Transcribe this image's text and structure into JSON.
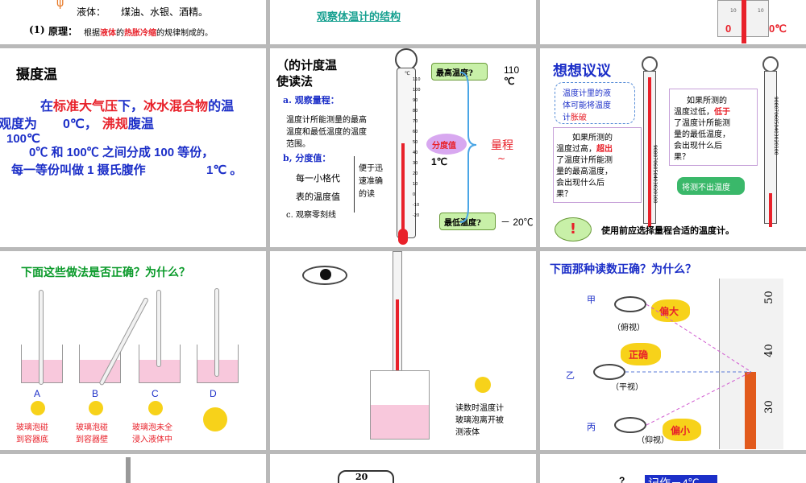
{
  "s1": {
    "liquid_label": "液体：",
    "liquid_list": "煤油、水银、酒精。",
    "principle_no": "(1)",
    "principle_label": "原理：",
    "principle_pre": "根据",
    "principle_red1": "液体",
    "principle_mid": "的",
    "principle_red2": "热胀冷缩",
    "principle_post": "的规律制成的。"
  },
  "s2": {
    "link": "观察体温计的结构"
  },
  "s3": {
    "tick_a": "10",
    "tick_b": "10",
    "zero_left": "0",
    "zero_right": "0℃"
  },
  "s4": {
    "title": "摄度温",
    "l1_pre": "在",
    "l1_red": "标准大气压",
    "l1_a": "下，",
    "l1_red2": "冰水混合物",
    "l1_b": "的温",
    "l2_a": "观度为",
    "l2_b": "0℃，",
    "l2_red": "沸规",
    "l2_c": "腹温",
    "l3": "100℃",
    "l4": "0℃ 和 100℃ 之间分成 100 等份，",
    "l5": "每一等份叫做 1 摄氏腹作",
    "l5b": "1℃ 。"
  },
  "s5": {
    "title1": "（的计度温",
    "title2": "使读法",
    "a": "a. 观察量程：",
    "a_desc": [
      "温度计所能测量的最高",
      "温度和最低温度的温度",
      "范围。"
    ],
    "b": "b, 分度值：",
    "b_l1": "每一小格代",
    "b_l2": "表的温度值",
    "b_side": [
      "便于迅",
      "速准确",
      "的读"
    ],
    "c": "c. 观察零刻线",
    "unit": "℃",
    "ticks": [
      "110",
      "100",
      "90",
      "80",
      "70",
      "60",
      "50",
      "40",
      "30",
      "20",
      "10",
      "0",
      "-10",
      "-20"
    ],
    "max_label": "最高温度?",
    "max_val": "110",
    "max_unit": "℃",
    "div_label": "分度值",
    "div_val": "1℃",
    "range": "量程",
    "tilde": "~",
    "min_label": "最低温度?",
    "min_val": "－ 20℃"
  },
  "s6": {
    "title": "想想议议",
    "bubble1": "温度计里的液体可能将温度计胀破",
    "bubble1_pre": "温度计里的液",
    "bubble1_mid": "体可能将温度",
    "bubble1_end": "计",
    "bubble1_red": "胀破",
    "q1": [
      "如果所测的",
      "温度过高，",
      "超出",
      "了温度计所能测",
      "量的最高温度，",
      "会出现什么后",
      "果？"
    ],
    "q2": [
      "如果所测的",
      "温度过低，",
      "低于",
      "了温度计所能测",
      "量的最低温度，",
      "会出现什么后",
      "果？"
    ],
    "ans": "将测不出温度",
    "scale_text": "9080706050403020100",
    "note": "使用前应选择量程合适的温度计。"
  },
  "s7": {
    "title": "下面这些做法是否正确？为什么？",
    "labels": [
      "A",
      "B",
      "C",
      "D"
    ],
    "c1": [
      "玻璃泡碰",
      "到容器底"
    ],
    "c2": [
      "玻璃泡碰",
      "到容器壁"
    ],
    "c3": [
      "玻璃泡未全",
      "浸入液体中"
    ]
  },
  "s8": {
    "caption": [
      "读数时温度计",
      "玻璃泡离开被",
      "测液体"
    ]
  },
  "s9": {
    "title": "下面那种读数正确？为什么？",
    "jia": "甲",
    "yi": "乙",
    "bing": "丙",
    "fushi": "（俯视）",
    "pingshi": "（平视）",
    "yangshi": "（仰视）",
    "big": "偏大",
    "correct": "正确",
    "small": "偏小",
    "n50": "50",
    "n40": "40",
    "n30": "30"
  },
  "s11": {
    "n20": "20"
  },
  "s12": {
    "partial": "记作－4℃",
    "q": "?"
  },
  "colors": {
    "red": "#e8212a",
    "blue": "#1c2fc8",
    "green": "#0a9a2a",
    "teal": "#17a090",
    "purple": "#6d2a8e"
  }
}
